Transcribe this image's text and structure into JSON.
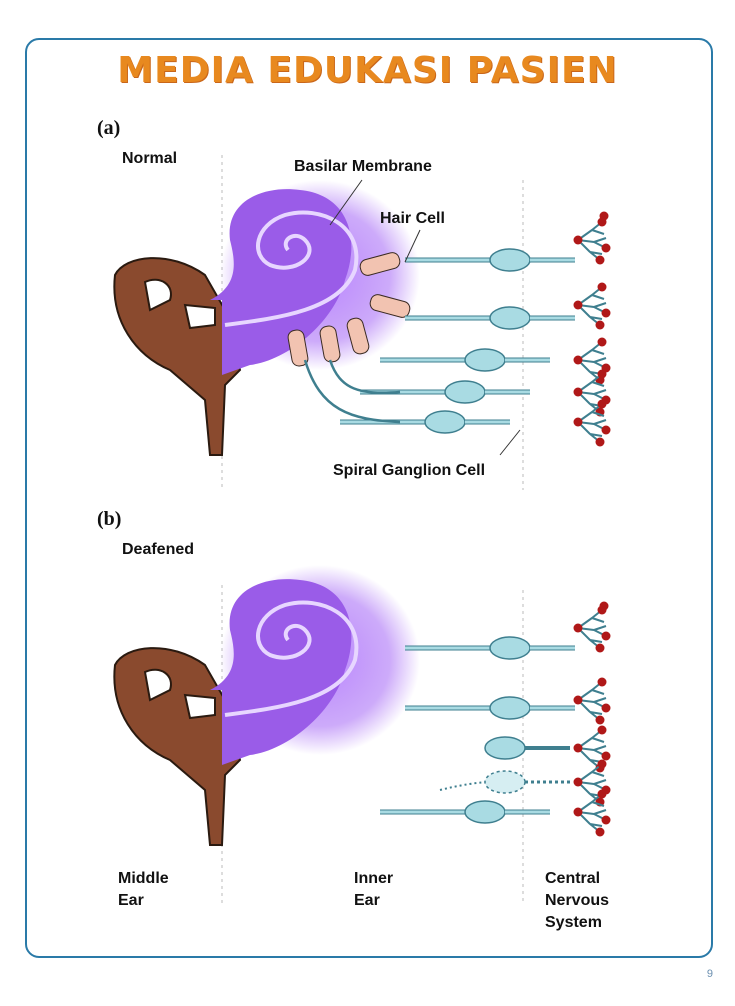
{
  "header": {
    "title": "MEDIA EDUKASI PASIEN"
  },
  "panel_a": {
    "tag": "(a)",
    "state": "Normal",
    "labels": {
      "basilar_membrane": "Basilar Membrane",
      "hair_cell": "Hair Cell",
      "spiral_ganglion_cell": "Spiral Ganglion Cell"
    }
  },
  "panel_b": {
    "tag": "(b)",
    "state": "Deafened"
  },
  "regions": {
    "middle_ear": "Middle\nEar",
    "inner_ear": "Inner\nEar",
    "cns": "Central\nNervous\nSystem"
  },
  "footer": {
    "page_number": "9"
  },
  "colors": {
    "frame": "#2a7aa8",
    "title": "#e8891f",
    "cochlea": "#9a5ce8",
    "bone": "#8a4a2e",
    "neuron": "#a9dbe3",
    "neuron_stroke": "#3f7f8f",
    "hair_cell": "#f2c3b1",
    "synapse": "#b01818"
  }
}
